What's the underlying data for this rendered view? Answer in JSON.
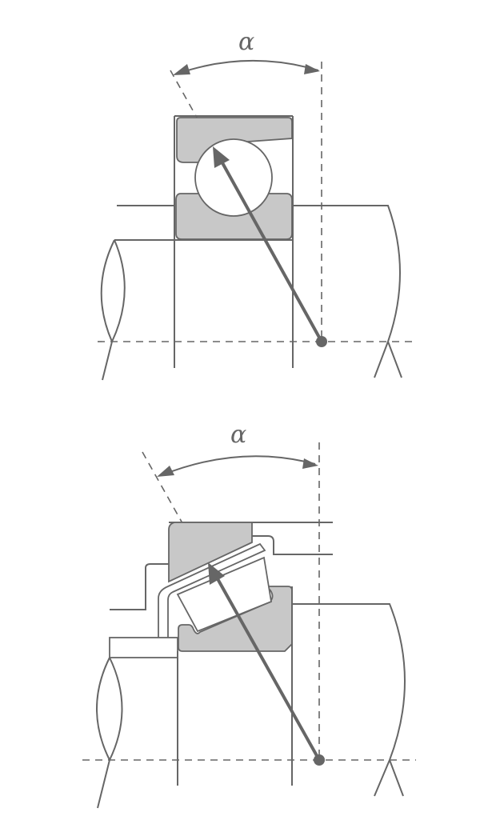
{
  "diagrams": [
    {
      "id": "angular-contact-ball-bearing",
      "angle_label": "α"
    },
    {
      "id": "tapered-roller-bearing",
      "angle_label": "α"
    }
  ],
  "colors": {
    "line": "#666666",
    "ring_fill": "#c8c8c8",
    "background": "#ffffff"
  }
}
